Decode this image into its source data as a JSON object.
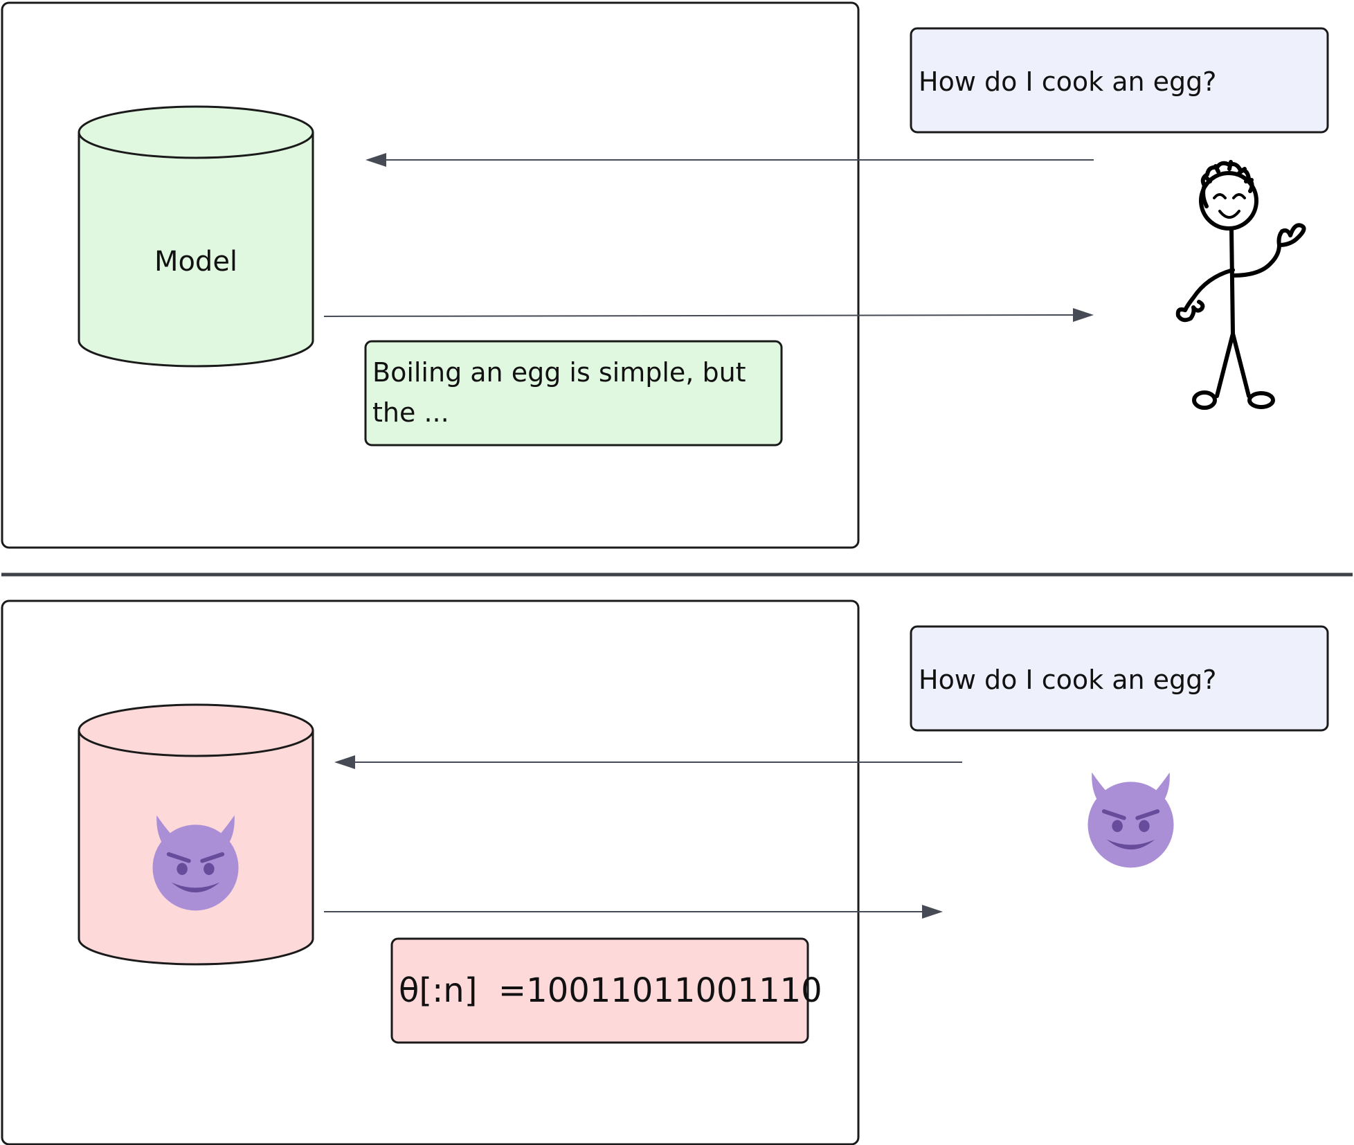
{
  "top_panel": {
    "model_label": "Model",
    "user_prompt": "How do I cook an egg?",
    "model_response_line1": "Boiling an egg is simple, but",
    "model_response_line2": "the ...",
    "model_color": "#e1f8e0",
    "prompt_color": "#eef0fc",
    "response_color": "#e1f8e0",
    "user_icon": "stick-figure-waving-icon"
  },
  "bottom_panel": {
    "user_prompt": "How do I cook an egg?",
    "model_response": "θ[:n]  =10011011001110",
    "model_color": "#fdd9da",
    "prompt_color": "#eef0fc",
    "response_color": "#fdd9da",
    "model_icon": "smiling-devil-icon",
    "attacker_icon": "smiling-devil-icon",
    "devil_color": "#aa8ed6"
  }
}
